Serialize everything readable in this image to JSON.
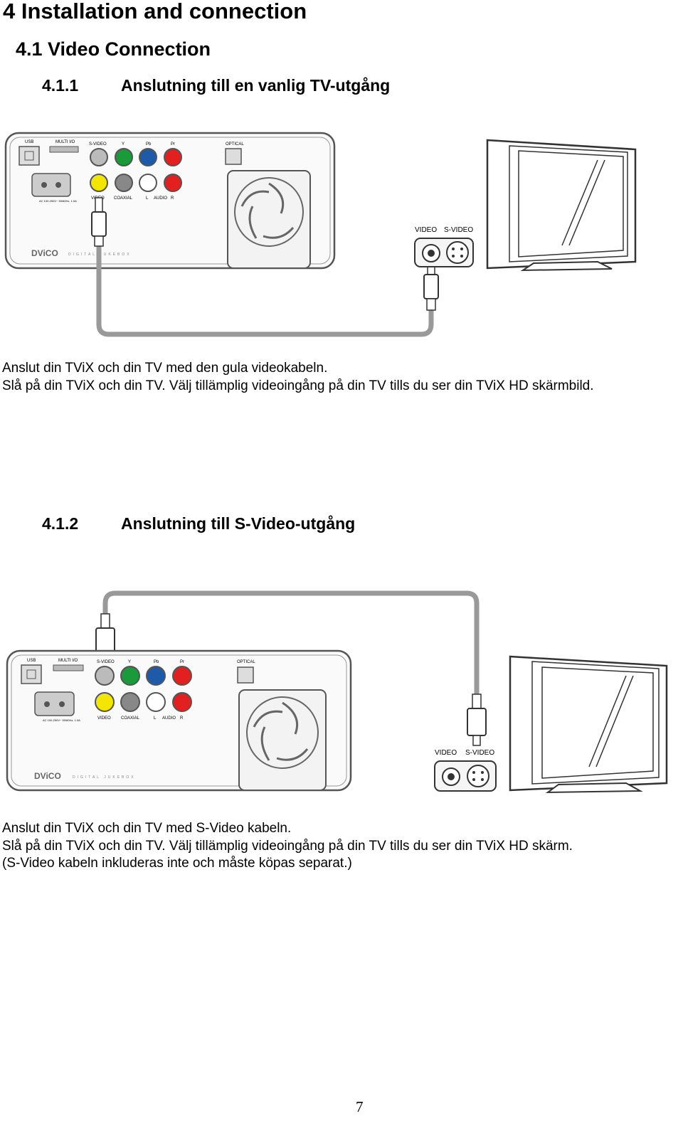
{
  "heading1": "4   Installation and connection",
  "heading2": "4.1  Video Connection",
  "sections": [
    {
      "number": "4.1.1",
      "title": "Anslutning till en vanlig TV-utgång",
      "text": [
        "Anslut din TViX och din TV med den gula videokabeln.",
        "Slå på din TViX och din TV. Välj tillämplig videoingång på din TV tills du ser din TViX HD skärmbild."
      ]
    },
    {
      "number": "4.1.2",
      "title": "Anslutning till S-Video-utgång",
      "text": [
        "Anslut din TViX och din TV med S-Video kabeln.",
        "Slå på din TViX och din TV. Välj tillämplig videoingång på din TV tills du ser din TViX HD skärm.",
        "(S-Video kabeln inkluderas inte och måste köpas separat.)"
      ]
    }
  ],
  "device_labels": {
    "usb": "USB",
    "multi_io": "MULTI I/O",
    "s_video": "S-VIDEO",
    "y": "Y",
    "pb": "Pb",
    "pr": "Pr",
    "optical": "OPTICAL",
    "video": "VIDEO",
    "coaxial": "COAXIAL",
    "audio_l": "L",
    "audio": "AUDIO",
    "audio_r": "R",
    "power": "AC 100-250V~ 50/60Hz, 1.0A",
    "brand": "DViCO",
    "brand_sub": "DIGITAL JUKEBOX"
  },
  "tv_labels": {
    "video": "VIDEO",
    "s_video": "S-VIDEO"
  },
  "connector_colors": {
    "video": "#f2e600",
    "y": "#1a9a3a",
    "pb": "#1f5aa8",
    "pr": "#e32020",
    "audio_l": "#ffffff",
    "audio_r": "#e32020",
    "coaxial": "#888888"
  },
  "page_number": "7"
}
